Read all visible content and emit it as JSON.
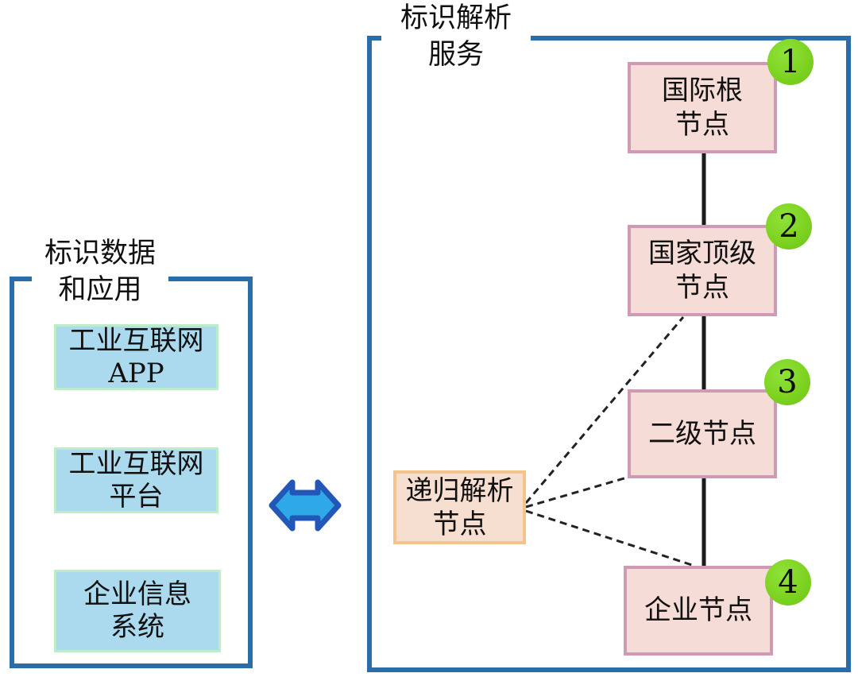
{
  "left_panel": {
    "title_line1": "标识数据",
    "title_line2": "和应用",
    "boxes": [
      {
        "line1": "工业互联网",
        "line2": "APP"
      },
      {
        "line1": "工业互联网",
        "line2": "平台"
      },
      {
        "line1": "企业信息",
        "line2": "系统"
      }
    ]
  },
  "right_panel": {
    "title_line1": "标识解析",
    "title_line2": "服务",
    "nodes": [
      {
        "badge": "1",
        "line1": "国际根",
        "line2": "节点"
      },
      {
        "badge": "2",
        "line1": "国家顶级",
        "line2": "节点"
      },
      {
        "badge": "3",
        "line1": "二级节点"
      },
      {
        "badge": "4",
        "line1": "企业节点"
      }
    ],
    "recursive_node": {
      "line1": "递归解析",
      "line2": "节点"
    }
  },
  "colors": {
    "frame_border": "#2b6da9",
    "node_fill": "#f5dcd7",
    "node_border": "#cf9bb4",
    "recursive_fill": "#f6ded1",
    "recursive_border": "#f5c48c",
    "app_fill": "#abdaef",
    "app_border": "#bcecca",
    "badge_green": "#7ed321",
    "arrow_fill": "#2fa8e8",
    "arrow_stroke": "#2257b8",
    "line_black": "#1b1b1b"
  }
}
